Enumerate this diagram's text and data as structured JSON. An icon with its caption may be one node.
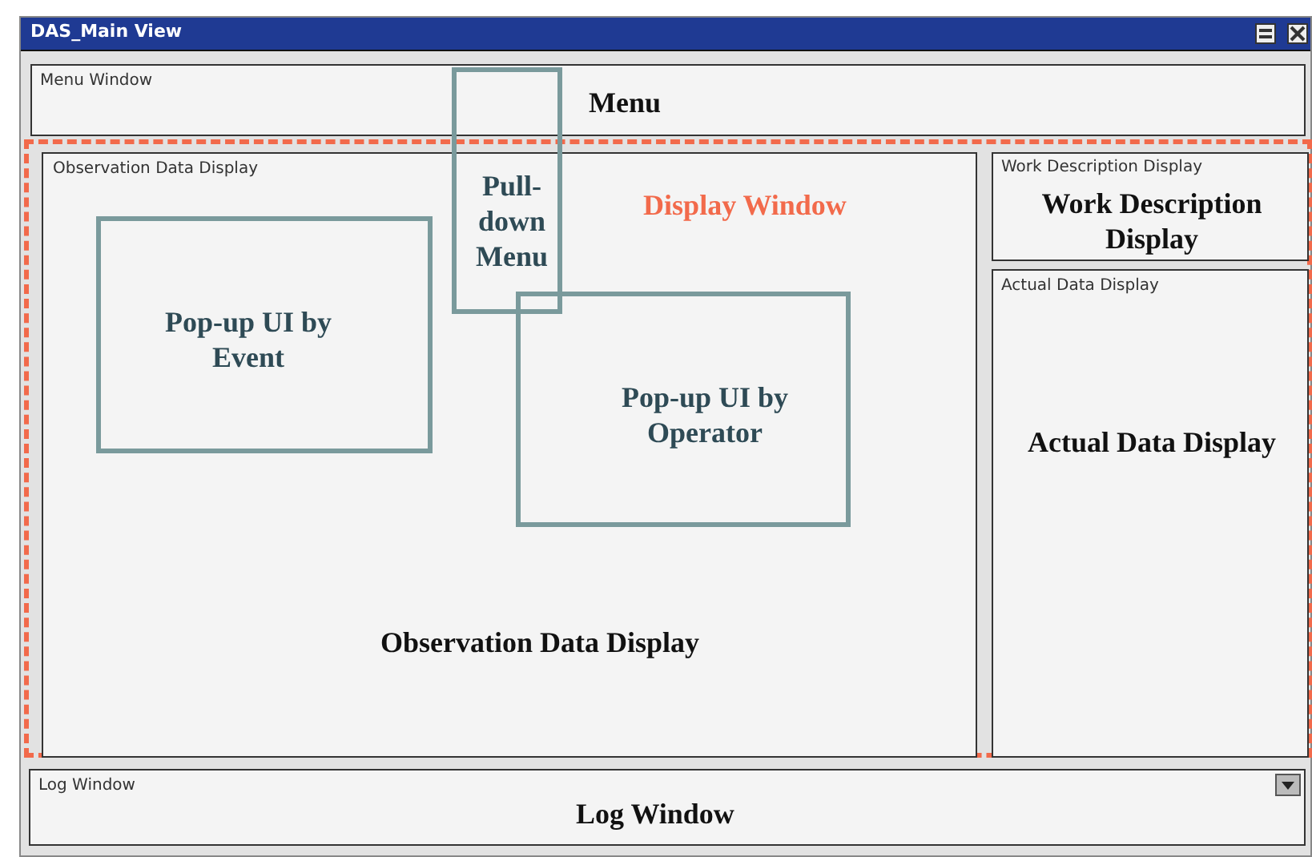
{
  "diagram": {
    "nodes": [
      {
        "text": [
          "DAS_Main View"
        ]
      },
      {
        "text": [
          "Menu Window",
          "Menu"
        ],
        "in": 0
      },
      {
        "text": [],
        "shape": "box",
        "in": 0
      },
      {
        "text": [
          "Observation Data Display",
          "Observation Data Display"
        ],
        "in": 2
      },
      {
        "text": [
          "Pop-up UI by Event"
        ],
        "in": 3
      },
      {
        "text": [
          "Pop-up UI by Operator"
        ],
        "in": 3
      },
      {
        "text": [
          "Pull-down Menu"
        ],
        "in": 0
      },
      {
        "text": [
          "Work Description Display",
          "Work Description Display"
        ],
        "in": 2
      },
      {
        "text": [
          "Actual Data Display",
          "Actual Data Display"
        ],
        "in": 2
      },
      {
        "text": [
          "Log Window",
          "Log Window"
        ],
        "in": 0
      }
    ],
    "edges": [],
    "labels": [
      "Display Window"
    ]
  }
}
